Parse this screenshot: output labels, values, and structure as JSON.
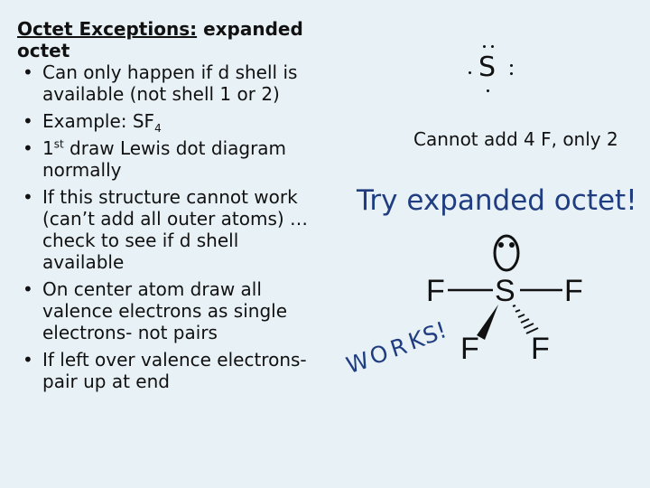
{
  "left": {
    "heading_underlined": "Octet Exceptions:",
    "heading_rest": " expanded octet",
    "bullets": {
      "b1": "Can only happen if d shell is available  (not shell 1 or 2)",
      "b2_text": "Example:  SF",
      "b2_sub": "4",
      "b3_pre": "1",
      "b3_sup": "st",
      "b3_post": " draw Lewis dot diagram normally",
      "b4": "If this structure cannot work (can’t add all outer atoms) … check to see if d shell available",
      "b5": "On center atom draw all valence electrons as single electrons- not pairs",
      "b6": "If left over valence electrons- pair up at end"
    },
    "bullet_glyph": "•"
  },
  "right": {
    "s_symbol": "S",
    "cannot_text": "Cannot add 4 F, only 2",
    "try_text": "Try expanded octet!",
    "works_letters": [
      "W",
      "O",
      "R",
      "K",
      "S",
      "!"
    ],
    "structure": {
      "center": "S",
      "left": "F",
      "right": "F",
      "bottom_left": "F",
      "bottom_right": "F"
    }
  },
  "colors": {
    "background": "#e8f1f6",
    "accent_blue": "#1f3d80",
    "text": "#111111"
  }
}
